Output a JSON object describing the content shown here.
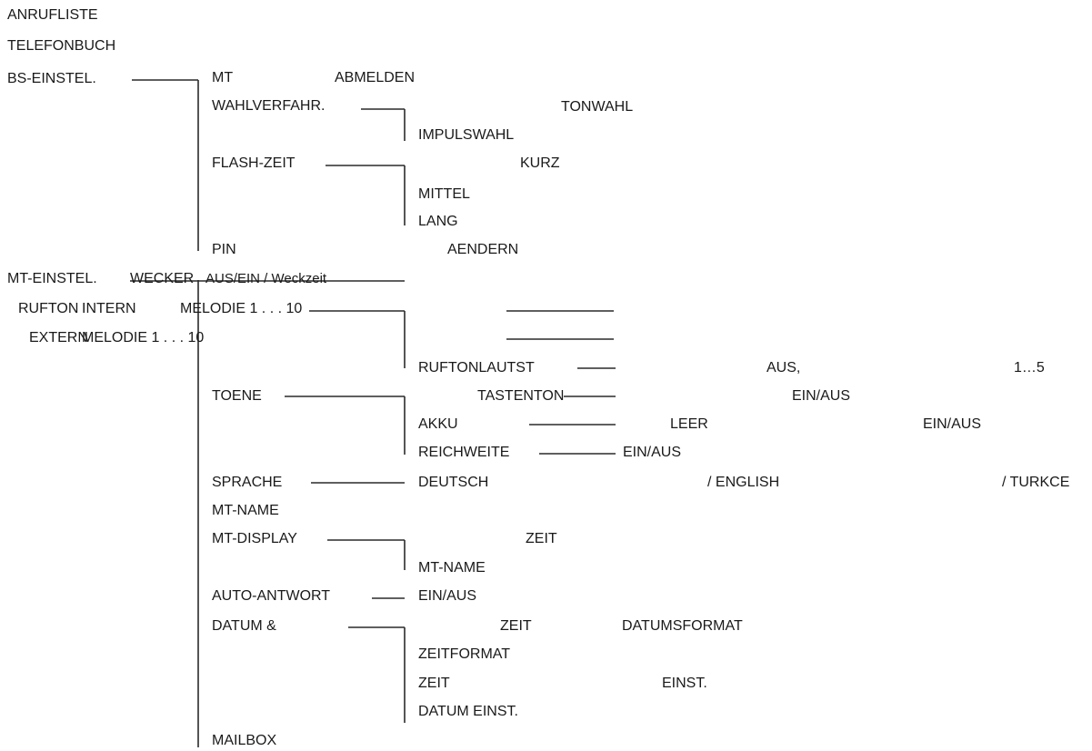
{
  "menu": {
    "root": [
      "ANRUFLISTE",
      "TELEFONBUCH",
      "BS-EINSTEL.",
      "MT-EINSTEL.",
      "RUFTON",
      "EXTERN"
    ],
    "bs": {
      "mt": "MT",
      "abmelden": "ABMELDEN",
      "wahlverfahr": "WAHLVERFAHR.",
      "tonwahl": "TONWAHL",
      "impulswahl": "IMPULSWAHL",
      "flash": "FLASH-ZEIT",
      "kurz": "KURZ",
      "mittel": "MITTEL",
      "lang": "LANG",
      "pin": "PIN",
      "aendern": "AENDERN"
    },
    "mt": {
      "wecker": "WECKER",
      "wecker_opts": "AUS/EIN / Weckzeit",
      "intern": "INTERN",
      "melodie_intern": "MELODIE 1 . . . 10",
      "melodie_extern": "MELODIE 1 . . . 10",
      "ruftonlautst": "RUFTONLAUTST",
      "aus": "AUS,",
      "range": "1…5",
      "toene": "TOENE",
      "tastenton": "TASTENTON",
      "einaus1": "EIN/AUS",
      "akku": "AKKU",
      "leer": "LEER",
      "einaus2": "EIN/AUS",
      "reichweite": "REICHWEITE",
      "einaus3": "EIN/AUS",
      "sprache": "SPRACHE",
      "deutsch": "DEUTSCH",
      "english": "/ ENGLISH",
      "turkce": "/ TURKCE",
      "mtname": "MT-NAME",
      "mtdisplay": "MT-DISPLAY",
      "zeit": "ZEIT",
      "mtname2": "MT-NAME",
      "autoantwort": "AUTO-ANTWORT",
      "einaus4": "EIN/AUS",
      "datum": "DATUM &",
      "zeit2": "ZEIT",
      "datumsformat": "DATUMSFORMAT",
      "zeitformat": "ZEITFORMAT",
      "zeit3": "ZEIT",
      "einst": "EINST.",
      "datumeinst": "DATUM EINST.",
      "mailbox": "MAILBOX"
    }
  }
}
